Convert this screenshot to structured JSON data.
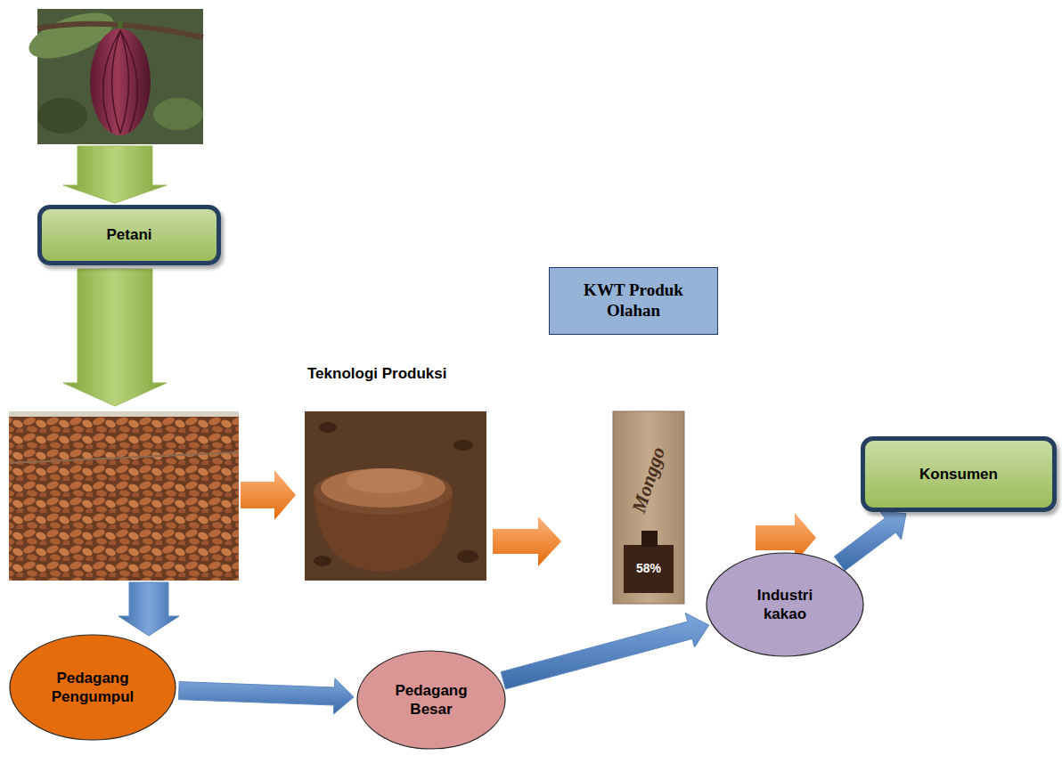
{
  "diagram": {
    "nodes": [
      {
        "text": [
          "Petani"
        ]
      },
      {
        "text": [
          "KWT Produk Olahan"
        ]
      },
      {
        "text": [
          "Konsumen"
        ]
      },
      {
        "text": [
          "Pedagang Pengumpul"
        ]
      },
      {
        "text": [
          "Pedagang Besar"
        ]
      },
      {
        "text": [
          "Industri kakao"
        ]
      }
    ],
    "edges": [
      {
        "from": 3,
        "to": 4,
        "arrow": "to"
      },
      {
        "from": 4,
        "to": 5,
        "arrow": "to"
      },
      {
        "from": 5,
        "to": 2,
        "arrow": "to"
      }
    ],
    "labels": [
      "Teknologi Produksi",
      "Monggo",
      "58%"
    ]
  }
}
